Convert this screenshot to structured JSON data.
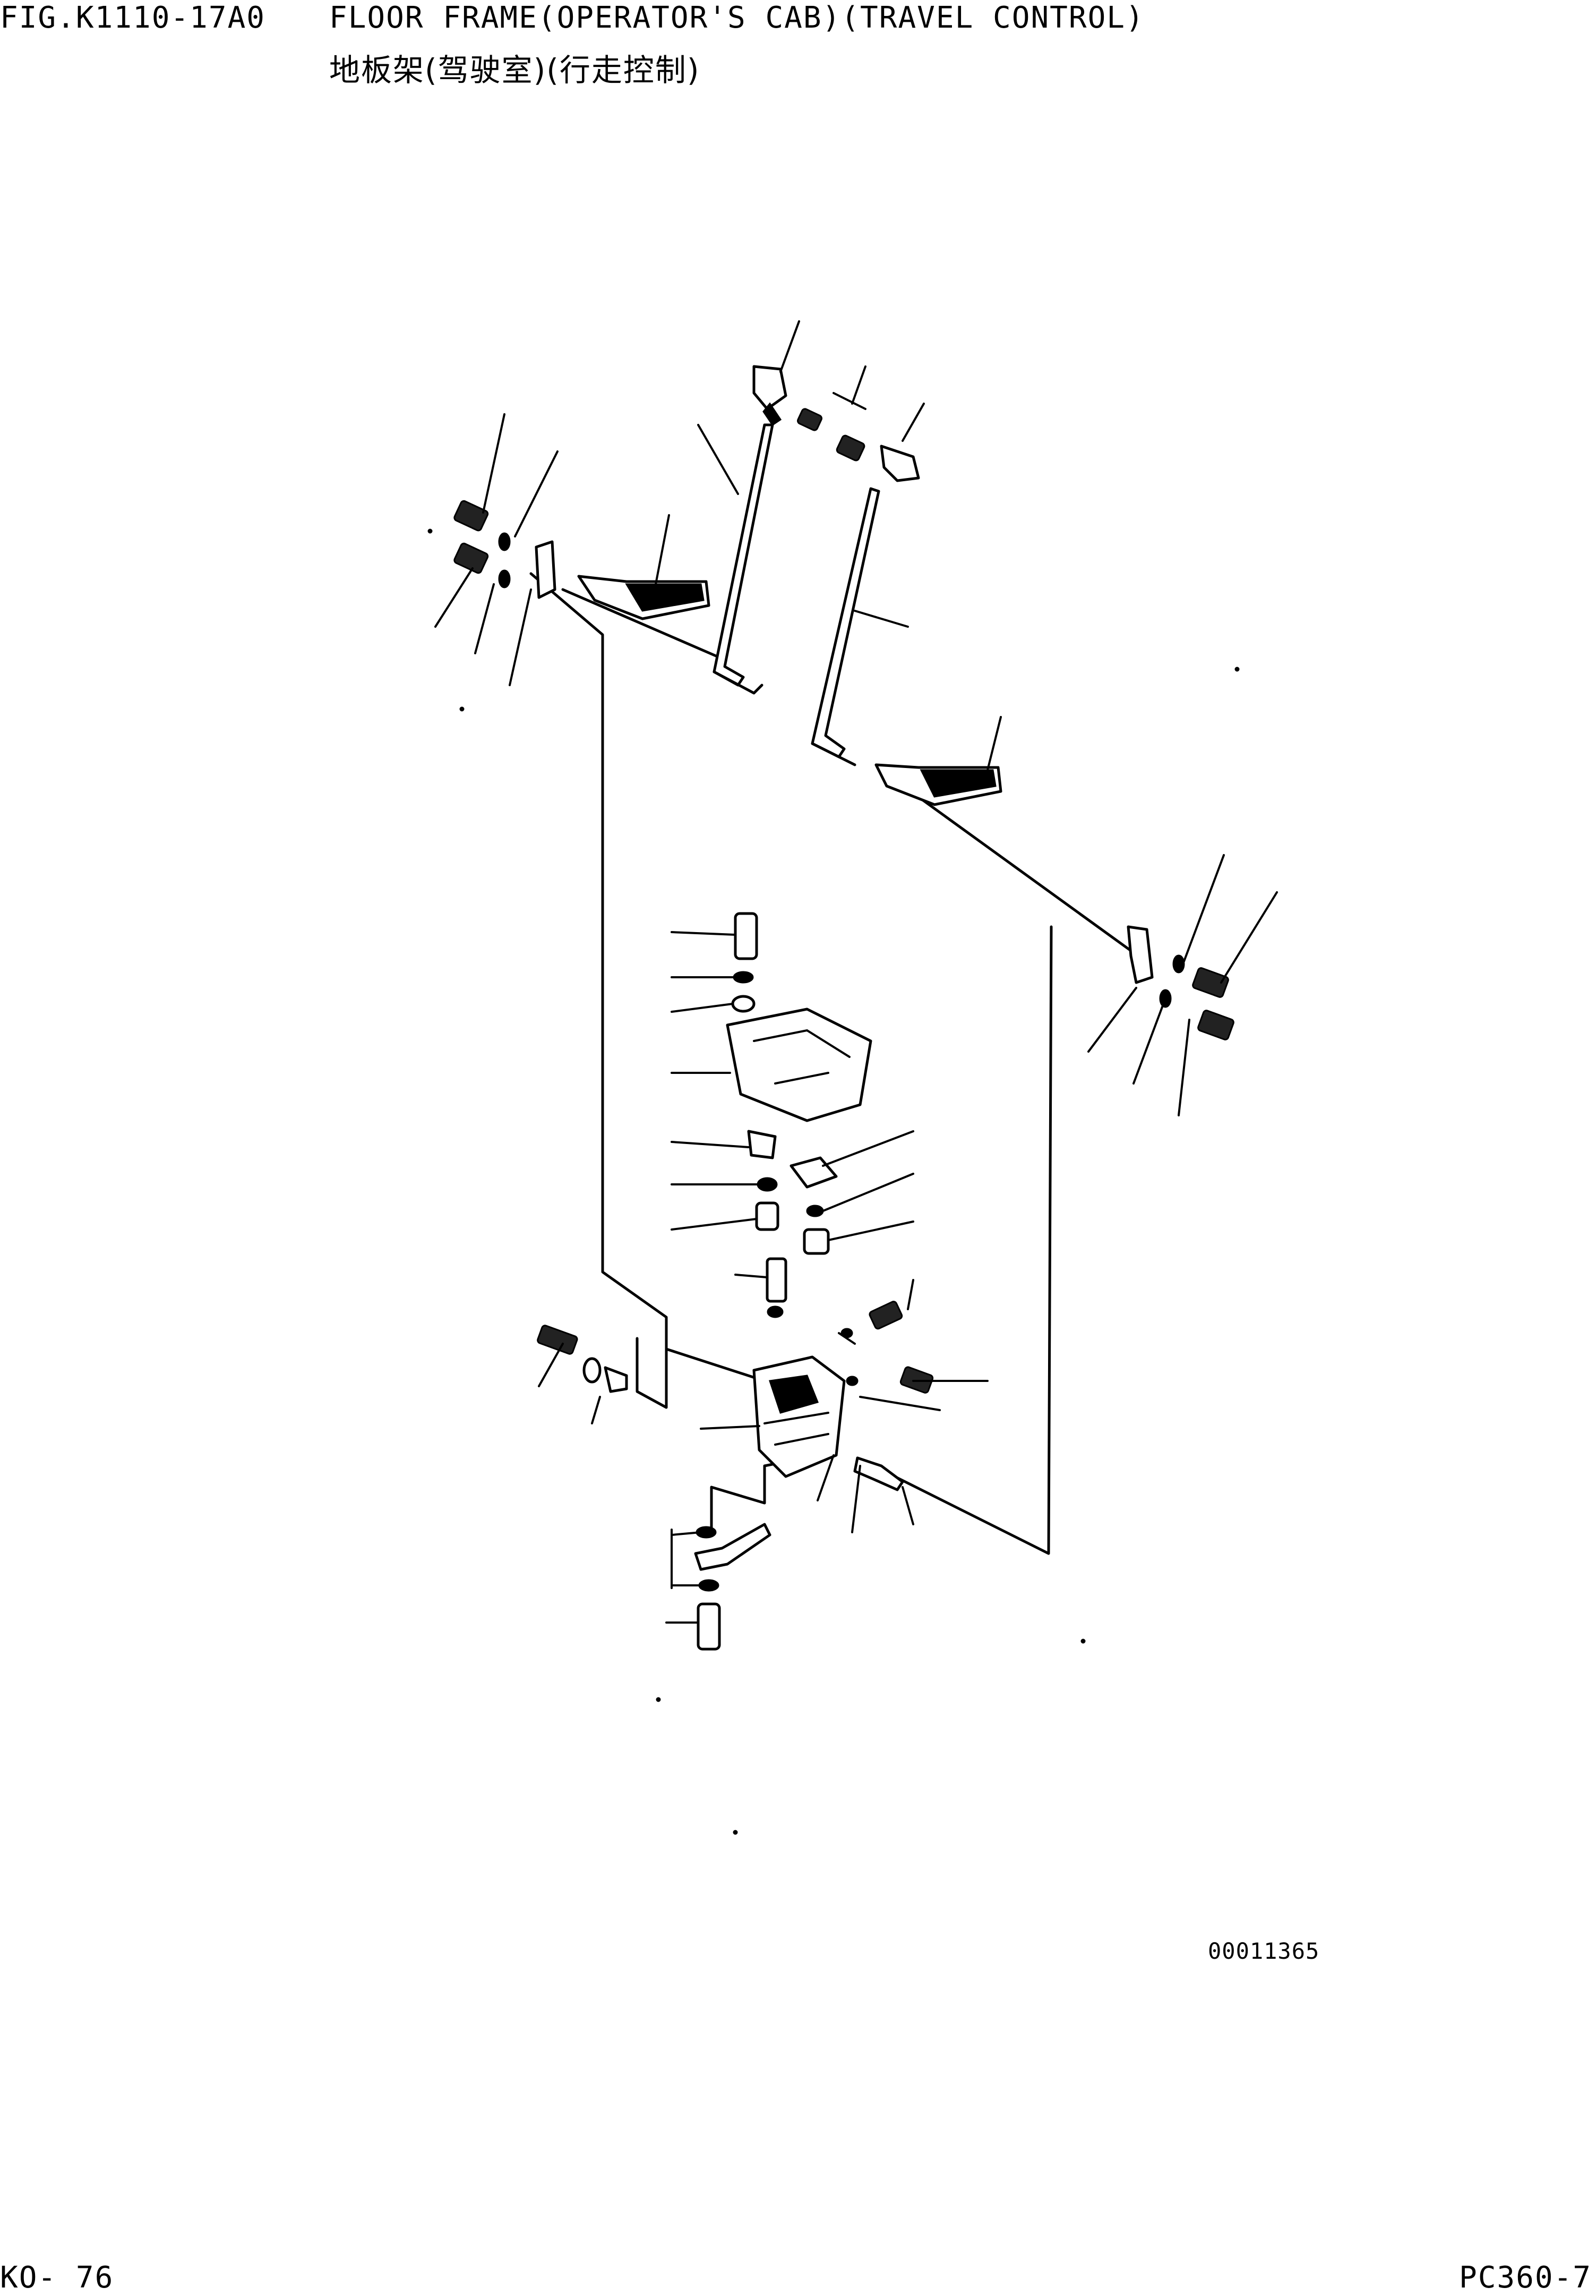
{
  "header": {
    "fig_code": "FIG.K1110-17A0",
    "title_en": "FLOOR FRAME(OPERATOR'S CAB)(TRAVEL CONTROL)",
    "title_cn": "地板架(驾驶室)(行走控制)"
  },
  "diagram": {
    "image_code": "00011365"
  },
  "footer": {
    "page": "KO- 76",
    "model": "PC360-7"
  }
}
